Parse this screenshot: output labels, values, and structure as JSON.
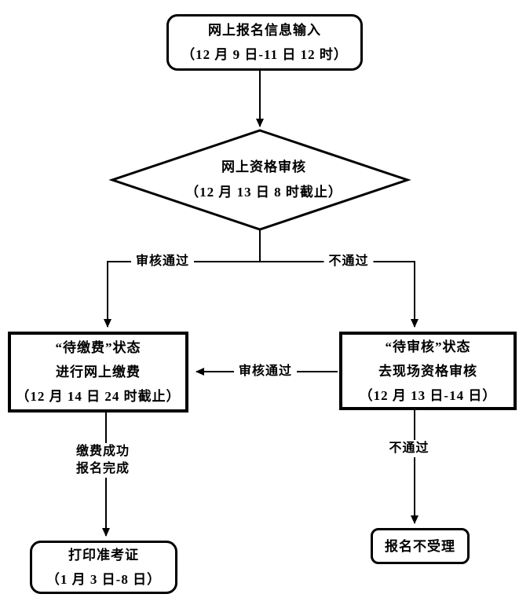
{
  "flowchart": {
    "nodes": {
      "online_input": {
        "line1": "网上报名信息输入",
        "line2": "（12 月 9 日-11 日 12 时）"
      },
      "online_review": {
        "line1": "网上资格审核",
        "line2": "（12 月 13 日 8 时截止）"
      },
      "pay_status": {
        "line1": "“待缴费”状态",
        "line2": "进行网上缴费",
        "line3": "（12 月 14 日 24 时截止）"
      },
      "onsite_review": {
        "line1": "“待审核”状态",
        "line2": "去现场资格审核",
        "line3": "（12 月 13 日-14 日）"
      },
      "print_ticket": {
        "line1": "打印准考证",
        "line2": "（1 月 3 日-8 日）"
      },
      "reject": {
        "line1": "报名不受理"
      }
    },
    "edge_labels": {
      "review_pass": "审核通过",
      "review_fail": "不通过",
      "onsite_pass": "审核通过",
      "pay_done_line1": "缴费成功",
      "pay_done_line2": "报名完成",
      "onsite_fail": "不通过"
    },
    "colors": {
      "line": "#000000",
      "text": "#000000",
      "background": "#ffffff"
    }
  }
}
